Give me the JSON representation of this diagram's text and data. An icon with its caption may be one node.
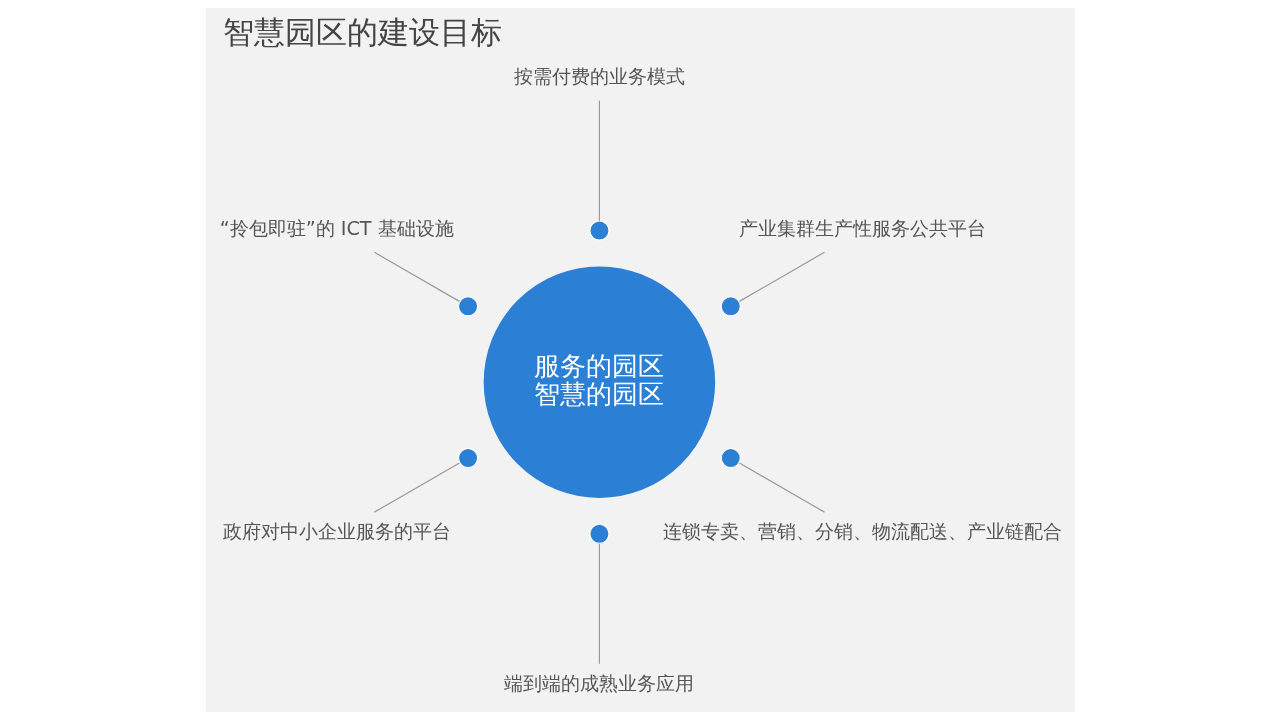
{
  "diagram": {
    "title": "智慧园区的建设目标",
    "nodes": [
      {
        "text": [
          "服务的园区",
          "智慧的园区"
        ]
      },
      {
        "text": [],
        "shape": "circle"
      },
      {
        "text": [],
        "shape": "circle"
      },
      {
        "text": [],
        "shape": "circle"
      },
      {
        "text": [],
        "shape": "circle"
      },
      {
        "text": [],
        "shape": "circle"
      },
      {
        "text": [],
        "shape": "circle"
      },
      {
        "text": [
          "产业集群生产性服务公共平台"
        ]
      },
      {
        "text": [
          "按需付费的业务模式"
        ]
      },
      {
        "text": [
          "“拎包即驻”的 ICT 基础设施"
        ]
      },
      {
        "text": [
          "政府对中小企业服务的平台"
        ]
      },
      {
        "text": [
          "端到端的成熟业务应用"
        ]
      },
      {
        "text": [
          "连锁专卖、营销、分销、物流配送、产业链配合"
        ]
      }
    ],
    "edges": [
      {
        "from": 7,
        "to": 1,
        "arrow": "none"
      },
      {
        "from": 8,
        "to": 2,
        "arrow": "none"
      },
      {
        "from": 9,
        "to": 3,
        "arrow": "none"
      },
      {
        "from": 10,
        "to": 4,
        "arrow": "none"
      },
      {
        "from": 11,
        "to": 5,
        "arrow": "none"
      },
      {
        "from": 12,
        "to": 6,
        "arrow": "none"
      }
    ]
  }
}
